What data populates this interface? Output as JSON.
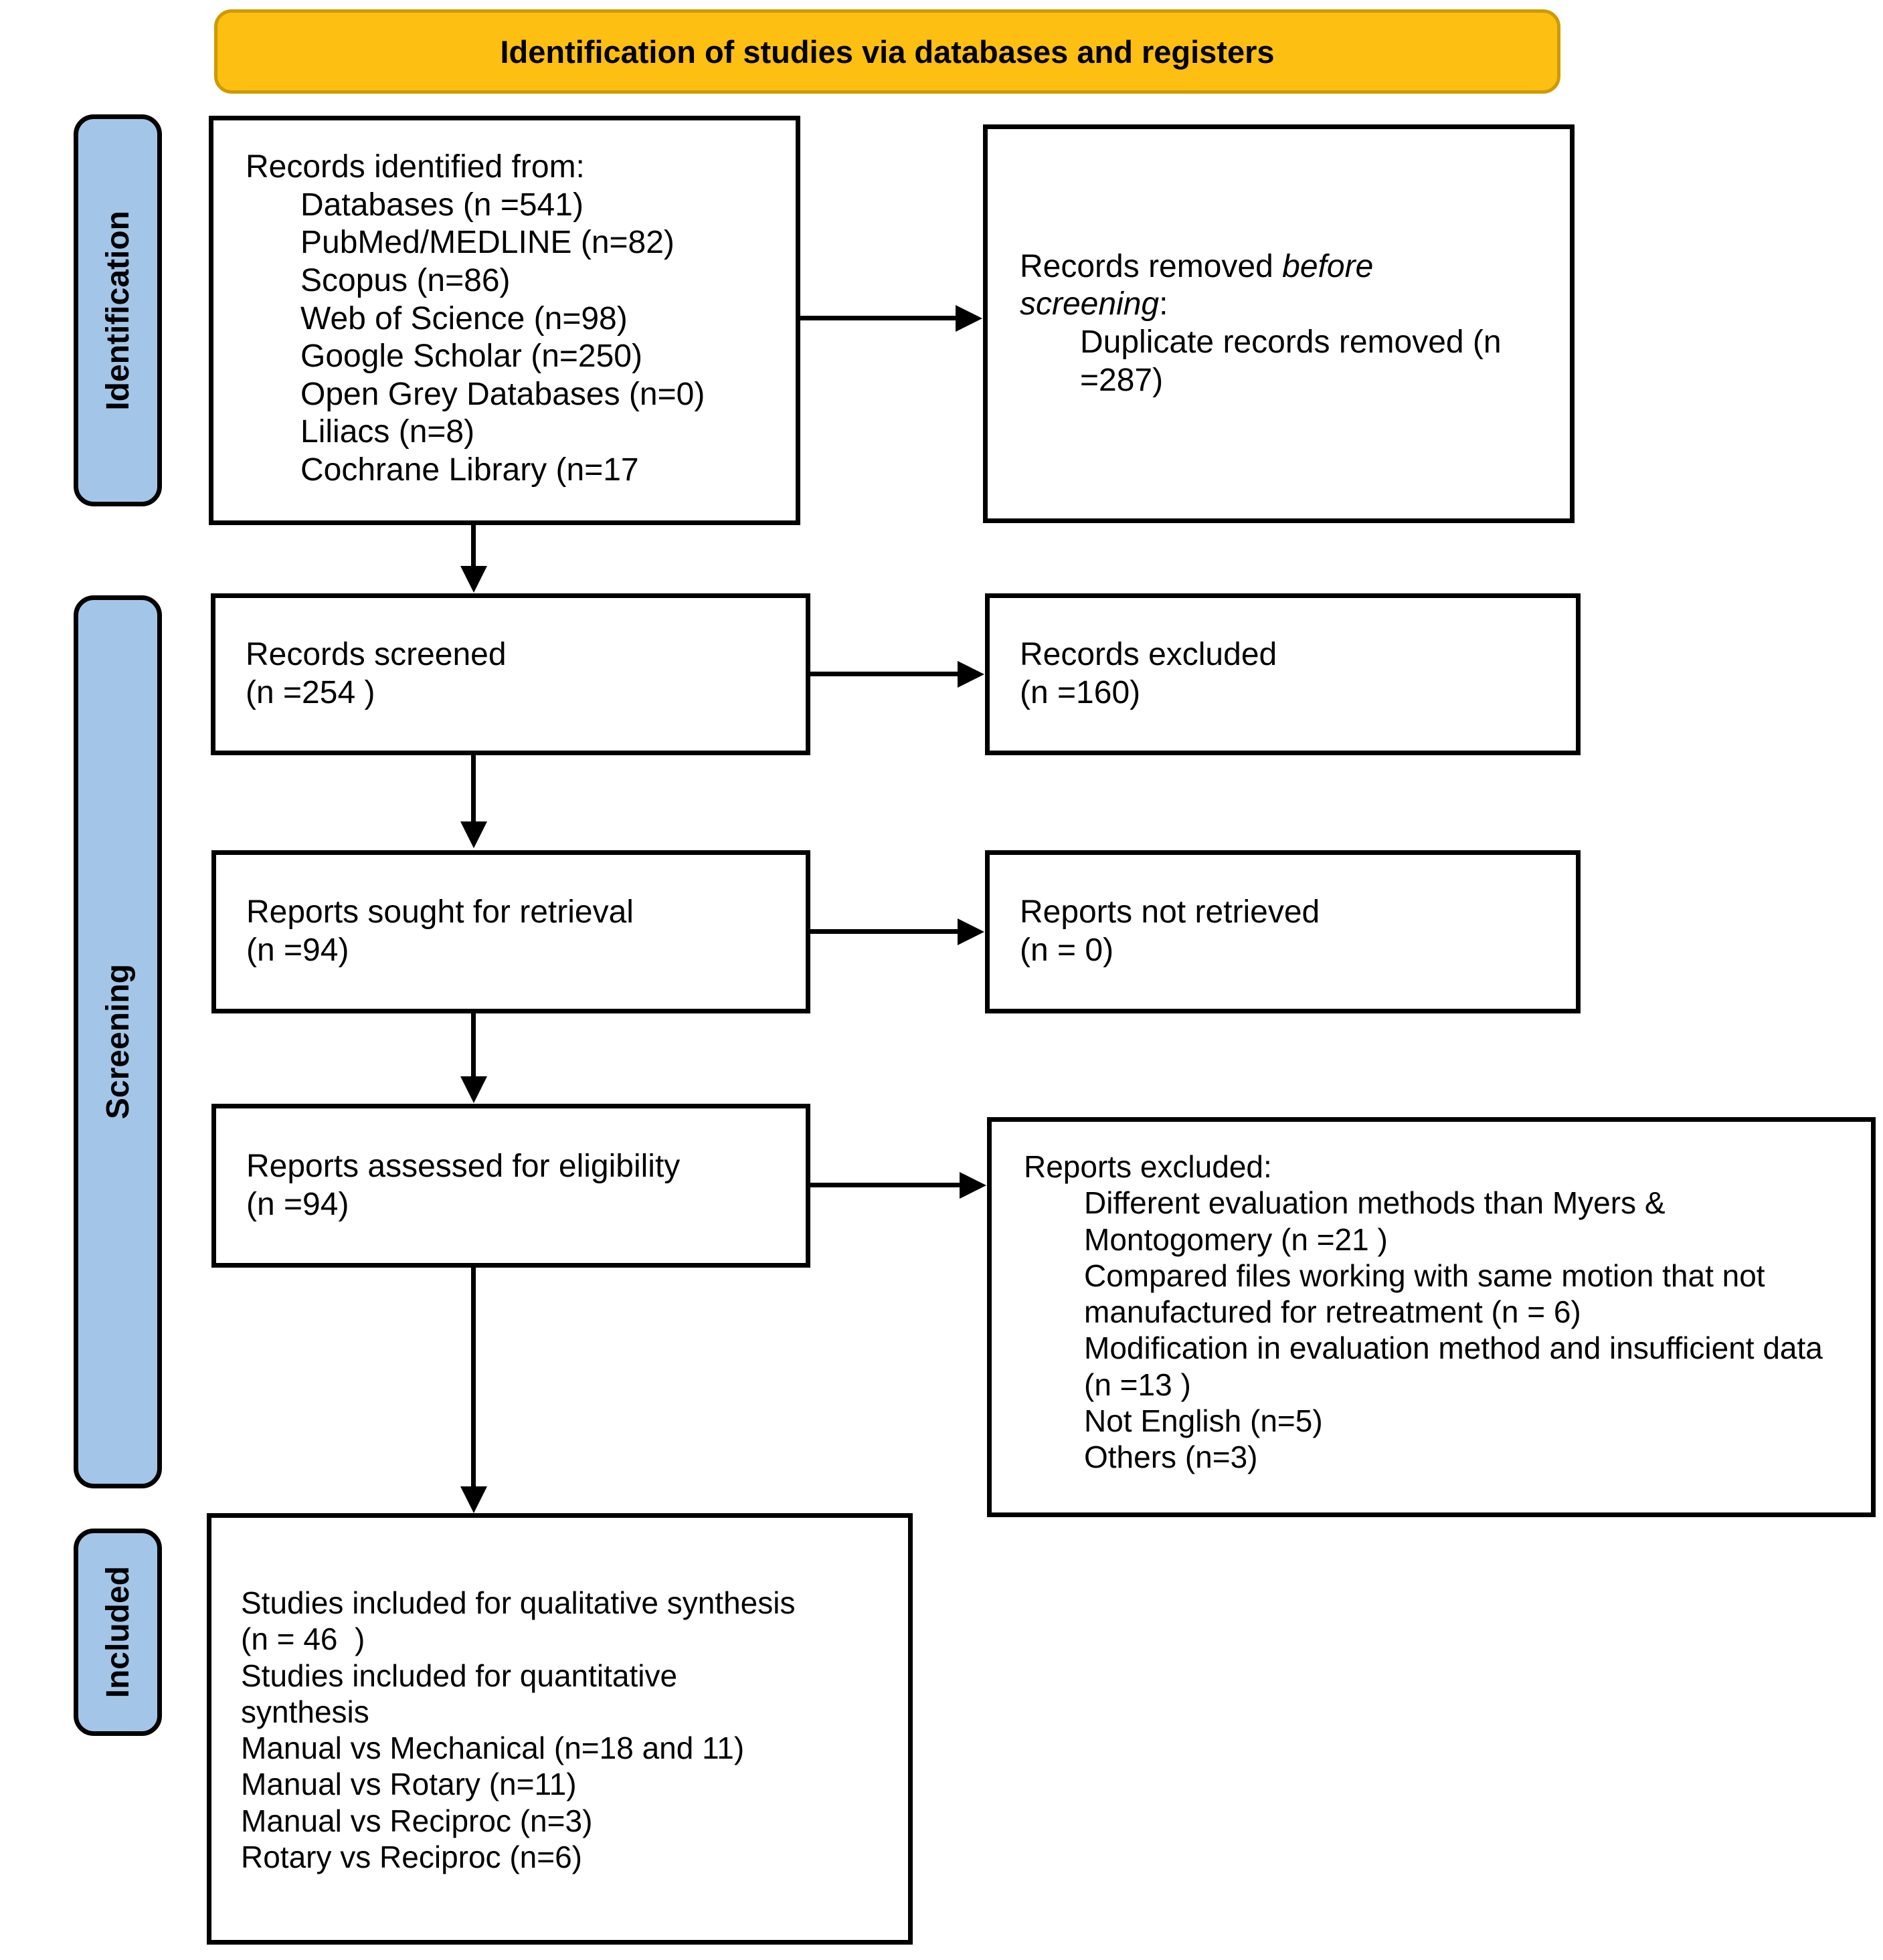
{
  "banner": {
    "title": "Identification of studies via databases and registers"
  },
  "sidebar": {
    "identification": "Identification",
    "screening": "Screening",
    "included": "Included"
  },
  "colors": {
    "banner_fill": "#FCBF12",
    "banner_border": "#CE9A00",
    "sidebar_fill": "#A3C6E8",
    "box_bg": "#FFFFFF",
    "line_color": "#000000"
  },
  "boxes": {
    "identified": {
      "title": "Records identified from:",
      "items": [
        "Databases (n =541)",
        "PubMed/MEDLINE (n=82)",
        "Scopus (n=86)",
        "Web of Science (n=98)",
        "Google Scholar (n=250)",
        "Open Grey Databases (n=0)",
        "Liliacs (n=8)",
        "Cochrane Library (n=17"
      ]
    },
    "removed": {
      "prefix": "Records removed ",
      "italic": "before screening",
      "suffix": ":",
      "item": "Duplicate records removed (n =287)"
    },
    "screened": {
      "line1": "Records screened",
      "line2": "(n =254 )"
    },
    "excluded": {
      "line1": "Records excluded",
      "line2": "(n =160)"
    },
    "sought": {
      "line1": "Reports sought for retrieval",
      "line2": "(n =94)"
    },
    "not_retrieved": {
      "line1": "Reports not retrieved",
      "line2": "(n = 0)"
    },
    "assessed": {
      "line1": "Reports assessed for eligibility",
      "line2": "(n =94)"
    },
    "reports_excluded": {
      "title": "Reports excluded:",
      "items": [
        "Different evaluation methods than Myers & Montogomery (n =21 )",
        "Compared files working with same motion that not manufactured for retreatment (n = 6)",
        "Modification in evaluation method and insufficient data (n =13 )",
        "Not English (n=5)",
        "Others (n=3)"
      ]
    },
    "included_studies": {
      "lines": [
        "Studies included for qualitative synthesis",
        "(n = 46  )",
        "Studies included for quantitative",
        "synthesis",
        "Manual vs Mechanical (n=18 and 11)",
        "Manual vs Rotary (n=11)",
        "Manual vs Reciproc (n=3)",
        "Rotary vs Reciproc (n=6)"
      ]
    }
  }
}
